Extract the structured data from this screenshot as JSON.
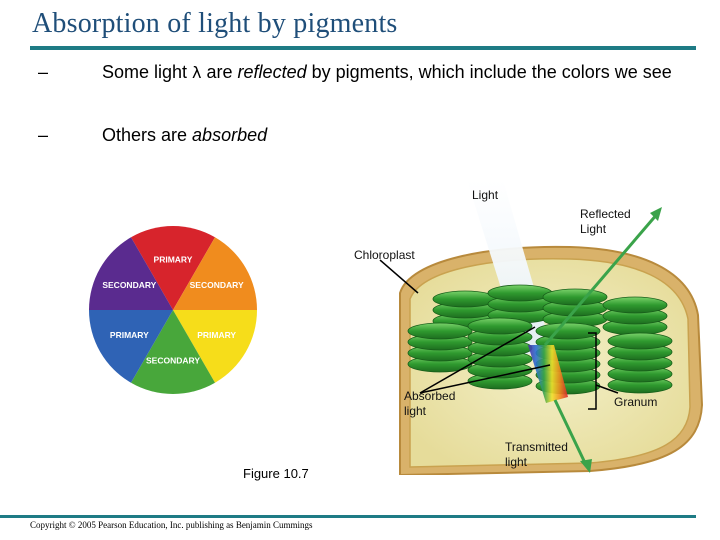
{
  "title": "Absorption of light by pigments",
  "bullets": [
    {
      "dash": "–",
      "pre": "Some light ",
      "lambda": "λ",
      "mid": " are ",
      "em": "reflected",
      "post": " by pigments, which include the colors we see"
    },
    {
      "dash": "–",
      "pre": "Others are ",
      "em": "absorbed"
    }
  ],
  "wheel": {
    "segments": [
      {
        "label": "PRIMARY",
        "color": "#d7242c"
      },
      {
        "label": "SECONDARY",
        "color": "#f08c1e"
      },
      {
        "label": "PRIMARY",
        "color": "#f6dd1a"
      },
      {
        "label": "SECONDARY",
        "color": "#48a73b"
      },
      {
        "label": "PRIMARY",
        "color": "#2f63b5"
      },
      {
        "label": "SECONDARY",
        "color": "#5a2b8f"
      }
    ]
  },
  "figure_caption": "Figure 10.7",
  "labels": {
    "light": "Light",
    "reflected": "Reflected Light",
    "chloroplast": "Chloroplast",
    "absorbed": "Absorbed light",
    "granum": "Granum",
    "transmitted": "Transmitted light"
  },
  "copyright": "Copyright © 2005 Pearson Education, Inc. publishing as Benjamin Cummings"
}
